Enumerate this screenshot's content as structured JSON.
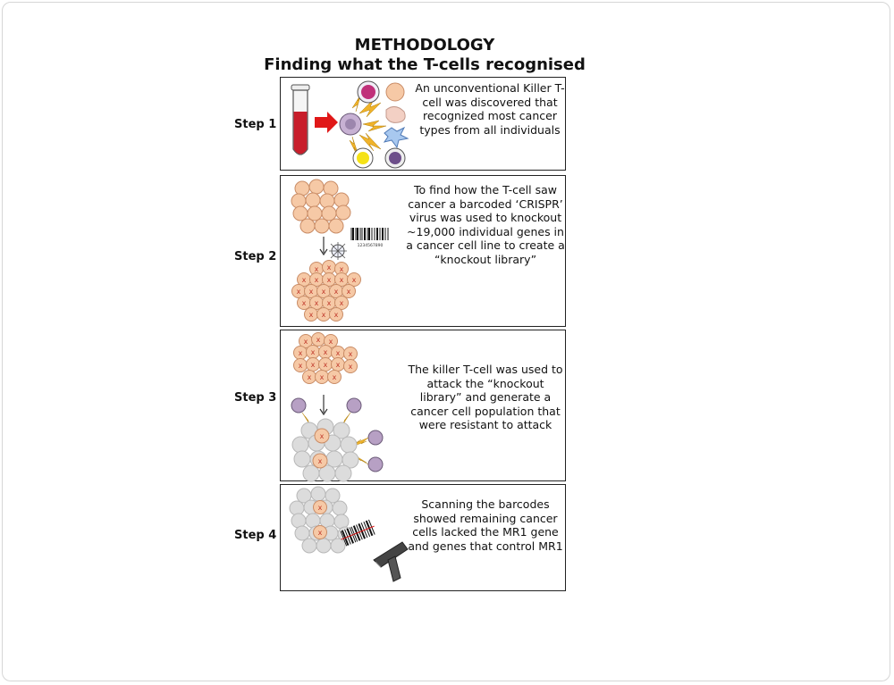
{
  "title": {
    "line1": "METHODOLOGY",
    "line2": "Finding what the T-cells recognised"
  },
  "steps": [
    {
      "label": "Step 1",
      "text": "An unconventional Killer T-cell was discovered that recognized most cancer types from all individuals",
      "icons": [
        "blood-tube-icon",
        "arrow-right-icon",
        "killer-t-cell-icon",
        "lightning-icon",
        "target-cells-icon"
      ]
    },
    {
      "label": "Step 2",
      "text": "To find how the T-cell saw cancer a barcoded ‘CRISPR’ virus was used to knockout ~19,000 individual genes in a cancer cell line to create a “knockout library”",
      "barcode_number": "1234567890",
      "icons": [
        "cancer-cell-cluster-icon",
        "barcode-icon",
        "virus-icon",
        "knockout-cluster-icon"
      ]
    },
    {
      "label": "Step 3",
      "text": "The killer T-cell was used to attack the “knockout library” and generate a cancer cell population that were resistant to attack",
      "icons": [
        "knockout-cluster-icon",
        "killer-t-cell-icon",
        "lightning-icon",
        "resistant-cells-icon"
      ]
    },
    {
      "label": "Step 4",
      "text": "Scanning the barcodes showed remaining cancer cells lacked the MR1 gene and genes that control MR1",
      "icons": [
        "resistant-cells-icon",
        "barcode-icon",
        "scanner-icon"
      ]
    }
  ],
  "colors": {
    "cell_fill": "#f6c9a6",
    "cell_stroke": "#c98c66",
    "knockout_x": "#c0392b",
    "tcell": "#b7a0c4",
    "lightning": "#f0b32a",
    "dead_cell": "#d9d9d9",
    "blood": "#c81e2b",
    "arrow": "#e01818"
  }
}
